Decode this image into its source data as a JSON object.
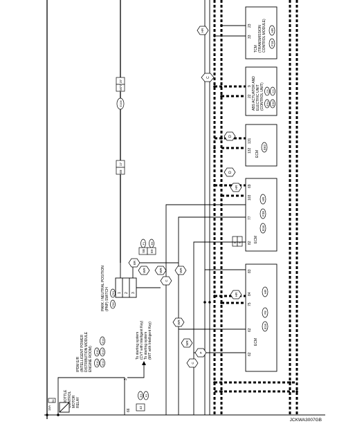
{
  "title": "JCKWA3007GB",
  "components": {
    "tcm": {
      "line1": "TCM",
      "line2": "(TRANSMISSION",
      "line3": "CONTROL MODULE)",
      "conn_a": "F18",
      "conn_b": "HR"
    },
    "abs": {
      "line1": "ABS ACTUATOR AND",
      "line2": "ELECTRIC UNIT",
      "line3": "(CONTROL UNIT)",
      "conn_a": "E34",
      "conn_b": "E36",
      "conn_c": "C8",
      "conn_d": "C3"
    },
    "ecm_top": {
      "label": "ECM",
      "conn": "E62"
    },
    "ecm_mid": {
      "label": "ECM",
      "conn_a": "E16",
      "conn_b": "F38",
      "conn_c": "HR"
    },
    "ecm_bottom": {
      "label": "ECM",
      "conn_a": "E16",
      "conn_b": "F8",
      "conn_c": "HR"
    },
    "ipdm": {
      "line1": "IPDM E/R",
      "line2": "(INTELLIGENT POWER",
      "line3": "DISTRIBUTION MODULE",
      "line4": "ENGINE ROOM)",
      "conns": [
        "E10",
        "E12",
        "E13",
        "E14",
        "E15"
      ]
    },
    "throttle_relay": {
      "line1": "THROTTLE",
      "line2": "CONTROL",
      "line3": "MOTOR",
      "line4": "RELAY",
      "fuse": "15A",
      "fuse_no": "54"
    },
    "pnp": {
      "line1": "PARK / NEUTRAL POSITION",
      "line2": "(PNP) SWITCH",
      "conn_a": "F60",
      "conn_b": "F61"
    }
  },
  "references": {
    "ref1_line1": "To starting system",
    "ref1_line2": "(CVT with Intelligent Key)",
    "ref2_line1": "To starting system",
    "ref2_line2": "(M/T with Intelligent Key)"
  },
  "pins": {
    "tcm": [
      "23",
      "33"
    ],
    "abs": [
      "9",
      "22"
    ],
    "ecm_top": [
      "131",
      "132"
    ],
    "ecm_mid": [
      "69",
      "103",
      "77",
      "82"
    ],
    "ecm_bottom": [
      "83",
      "84",
      "75",
      "62"
    ],
    "ipdm": [
      "66",
      "3"
    ],
    "pnp": [
      "1",
      "2",
      "3"
    ]
  },
  "connectors": {
    "c_main": "C",
    "d1": "D",
    "d2": "D",
    "m77": "M77",
    "e106": "E106",
    "f1": "F1",
    "e8": "E8",
    "e9": "E9",
    "f2": "F2",
    "e3": "E3",
    "n17": "17",
    "n37": "37",
    "n25": "25",
    "br": "BR",
    "wr": "WR",
    "sb": "SB",
    "hr": "HR",
    "p": "P"
  }
}
